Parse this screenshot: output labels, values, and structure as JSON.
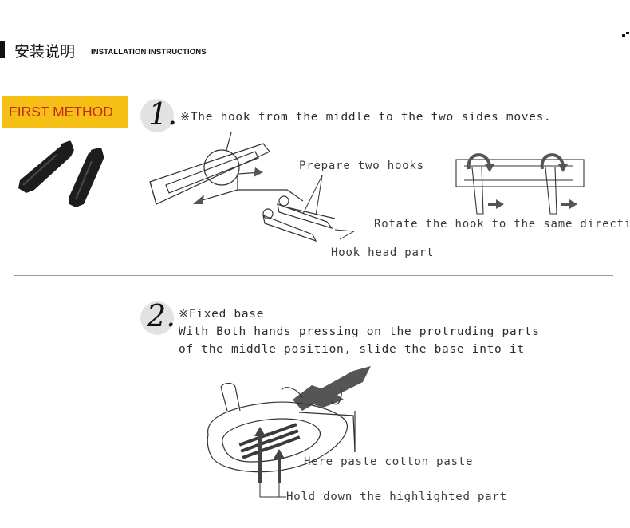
{
  "header": {
    "title_cn": "安装说明",
    "title_en": "INSTALLATION INSTRUCTIONS"
  },
  "badge": {
    "label": "FIRST METHOD"
  },
  "step1": {
    "number": "1.",
    "text": "※The hook from the middle to the two sides moves.",
    "label_prepare": "Prepare two hooks",
    "label_rotate": "Rotate the hook to the same direction",
    "label_head": "Hook head part"
  },
  "step2": {
    "number": "2.",
    "line1": "※Fixed base",
    "line2": "With Both hands pressing on the protruding parts",
    "line3": "of the middle position, slide the base into it",
    "label_paste": "Here paste cotton paste",
    "label_hold": "Hold down the highlighted part"
  },
  "colors": {
    "badge_bg": "#f6bf16",
    "badge_text": "#c22a1a",
    "arrow": "#555555"
  }
}
